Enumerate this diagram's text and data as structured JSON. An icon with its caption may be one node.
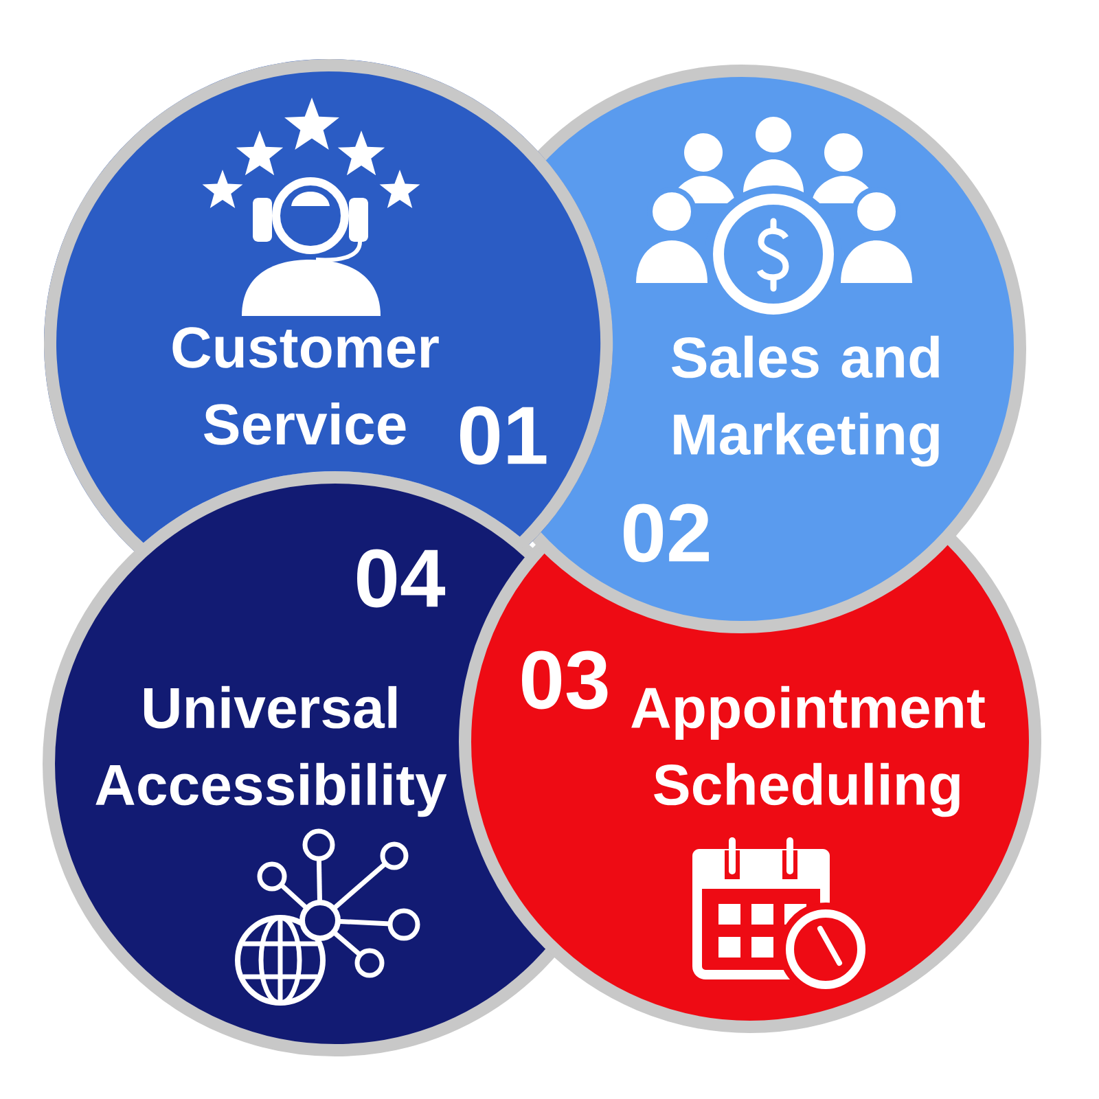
{
  "diagram": {
    "nodes": [
      {
        "text": [
          "Customer Service",
          "01"
        ]
      },
      {
        "text": [
          "Sales and Marketing",
          "02"
        ]
      },
      {
        "text": [
          "03",
          "Appointment Scheduling"
        ]
      },
      {
        "text": [
          "04",
          "Universal Accessibility"
        ]
      }
    ]
  }
}
